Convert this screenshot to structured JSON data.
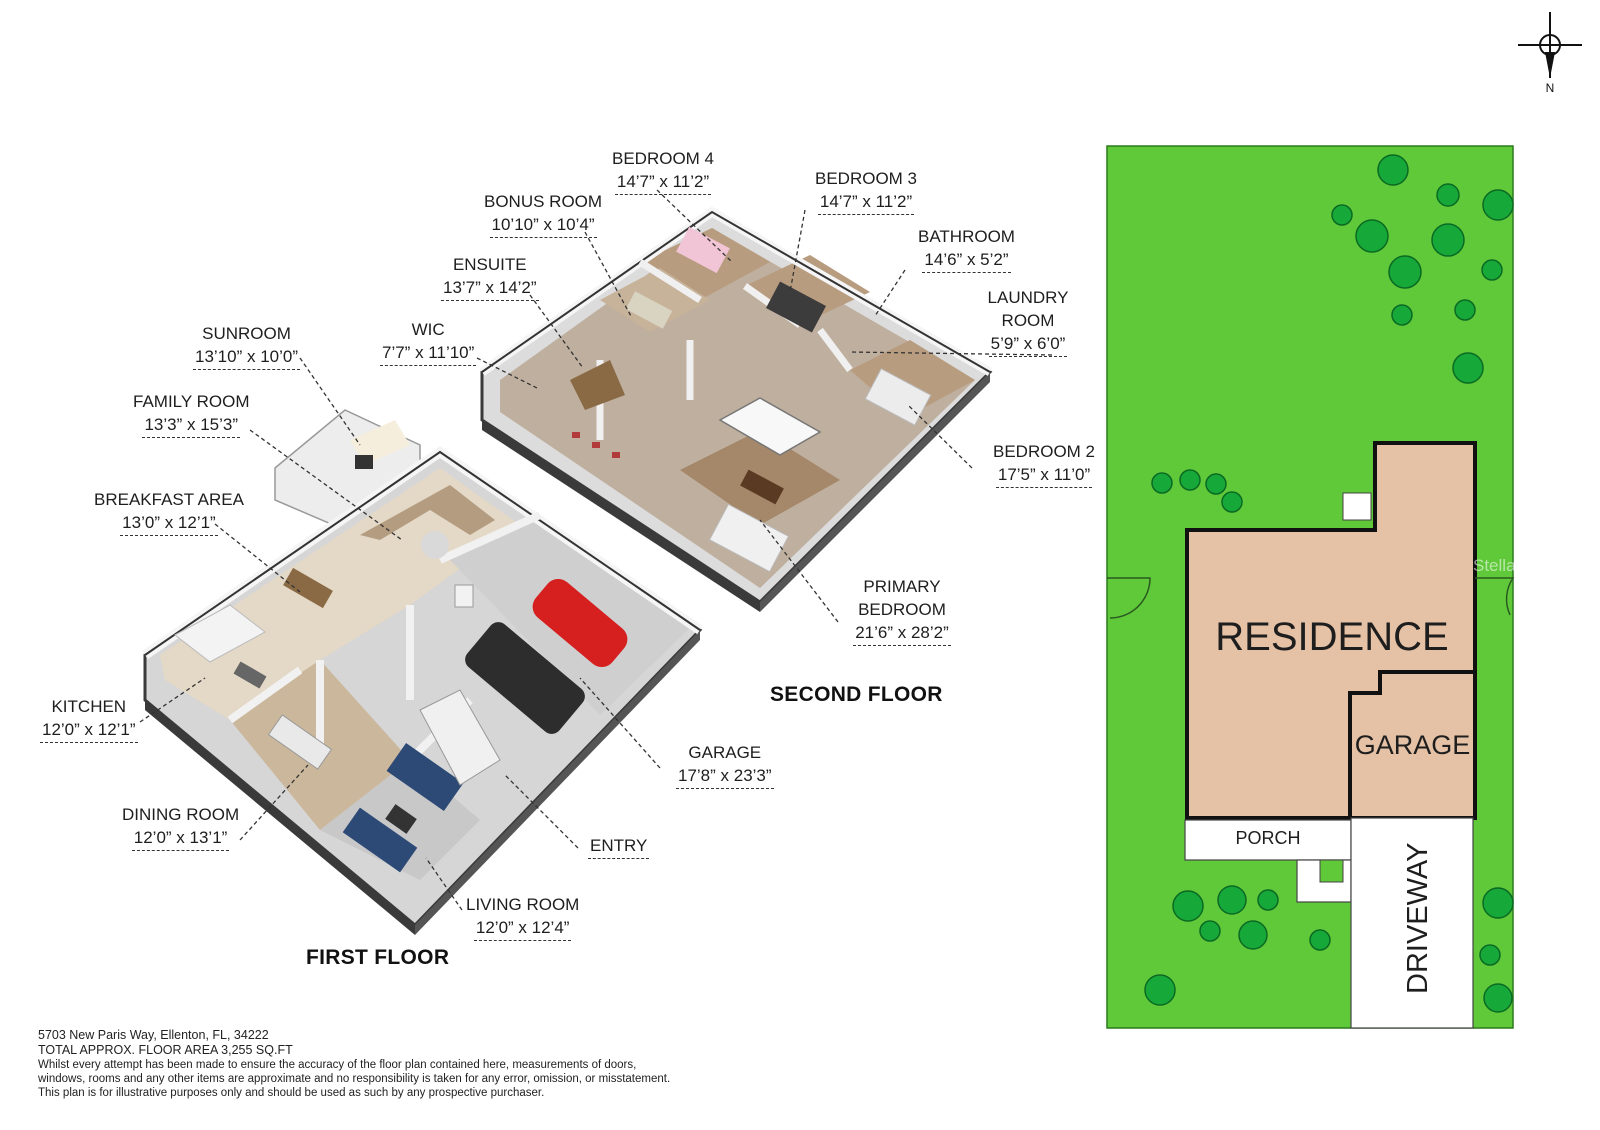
{
  "compass": {
    "north_label": "N"
  },
  "first_floor": {
    "title": "FIRST FLOOR",
    "rooms": [
      {
        "name": "SUNROOM",
        "dims": "13’10” x 10’0”"
      },
      {
        "name": "FAMILY ROOM",
        "dims": "13’3” x 15’3”"
      },
      {
        "name": "BREAKFAST AREA",
        "dims": "13’0” x 12’1”"
      },
      {
        "name": "KITCHEN",
        "dims": "12’0” x 12’1”"
      },
      {
        "name": "DINING ROOM",
        "dims": "12’0” x 13’1”"
      },
      {
        "name": "LIVING ROOM",
        "dims": "12’0” x 12’4”"
      },
      {
        "name": "ENTRY",
        "dims": ""
      },
      {
        "name": "GARAGE",
        "dims": "17’8” x 23’3”"
      }
    ]
  },
  "second_floor": {
    "title": "SECOND FLOOR",
    "rooms": [
      {
        "name": "BEDROOM 4",
        "dims": "14’7” x 11’2”"
      },
      {
        "name": "BEDROOM 3",
        "dims": "14’7” x 11’2”"
      },
      {
        "name": "BONUS ROOM",
        "dims": "10’10” x 10’4”"
      },
      {
        "name": "BATHROOM",
        "dims": "14’6” x 5’2”"
      },
      {
        "name": "ENSUITE",
        "dims": "13’7” x 14’2”"
      },
      {
        "name": "LAUNDRY ROOM",
        "dims": "5’9” x 6’0”"
      },
      {
        "name": "WIC",
        "dims": "7’7” x 11’10”"
      },
      {
        "name": "BEDROOM 2",
        "dims": "17’5” x 11’0”"
      },
      {
        "name": "PRIMARY BEDROOM",
        "dims": "21’6” x 28’2”"
      }
    ]
  },
  "site_plan": {
    "residence_label": "RESIDENCE",
    "garage_label": "GARAGE",
    "porch_label": "PORCH",
    "driveway_label": "DRIVEWAY",
    "watermark": "StellarMLS"
  },
  "colors": {
    "lawn": "#5fc93a",
    "residence": "#e5c1a5",
    "tree": "#17a83a",
    "floor_wood": "#a88a6b",
    "wall": "#f2f2f2"
  },
  "footer": {
    "address": "5703 New Paris Way, Ellenton, FL, 34222",
    "total_area": "TOTAL APPROX. FLOOR AREA 3,255 SQ.FT",
    "disclaimer_1": "Whilst every attempt has been made to ensure the accuracy of the floor plan contained here, measurements of doors,",
    "disclaimer_2": "windows, rooms and any other items are approximate and no responsibility is taken for any error, omission, or misstatement.",
    "disclaimer_3": "This plan is for illustrative purposes only and should be used as such by any prospective purchaser."
  }
}
